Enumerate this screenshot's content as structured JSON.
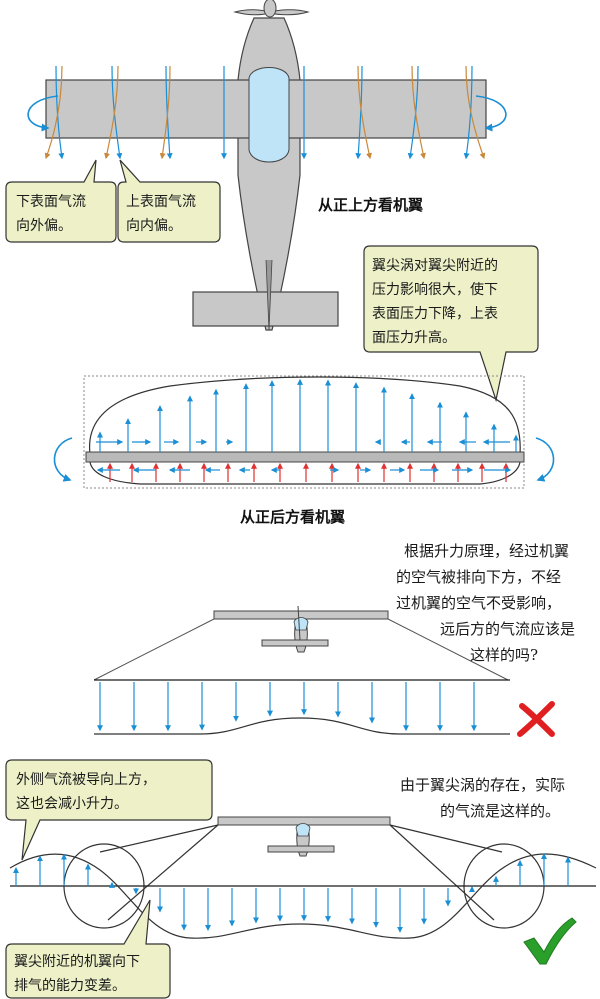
{
  "headings": {
    "top_view": "从正上方看机翼",
    "rear_view": "从正后方看机翼"
  },
  "callouts": {
    "lower_surface": [
      "下表面气流",
      "向外偏。"
    ],
    "upper_surface": [
      "上表面气流",
      "向内偏。"
    ],
    "vortex_effect": [
      "翼尖涡对翼尖附近的",
      "压力影响很大，使下",
      "表面压力下降，上表",
      "面压力升高。"
    ],
    "outer_airflow": [
      "外侧气流被导向上方，",
      "这也会减小升力。"
    ],
    "wingtip_downwash": [
      "翼尖附近的机翼向下",
      "排气的能力变差。"
    ]
  },
  "notes": {
    "lift_question": [
      "根据升力原理，经过机翼",
      "的空气被排向下方，不经",
      "过机翼的空气不受影响，",
      "远后方的气流应该是",
      "这样的吗?"
    ],
    "actual_flow": [
      "由于翼尖涡的存在，实际",
      "的气流是这样的。"
    ]
  },
  "marks": {
    "wrong": "cross-icon",
    "right": "check-icon"
  },
  "colors": {
    "airflow_blue": "#1a8fd6",
    "lower_flow_orange": "#c8893a",
    "high_pressure_red": "#e03030",
    "airframe_gray": "#c8c8c8",
    "cockpit_blue": "#bfe3f7",
    "callout_fill": "#eef1c8",
    "wrong_red": "#e02020",
    "right_green": "#2aa02a"
  }
}
